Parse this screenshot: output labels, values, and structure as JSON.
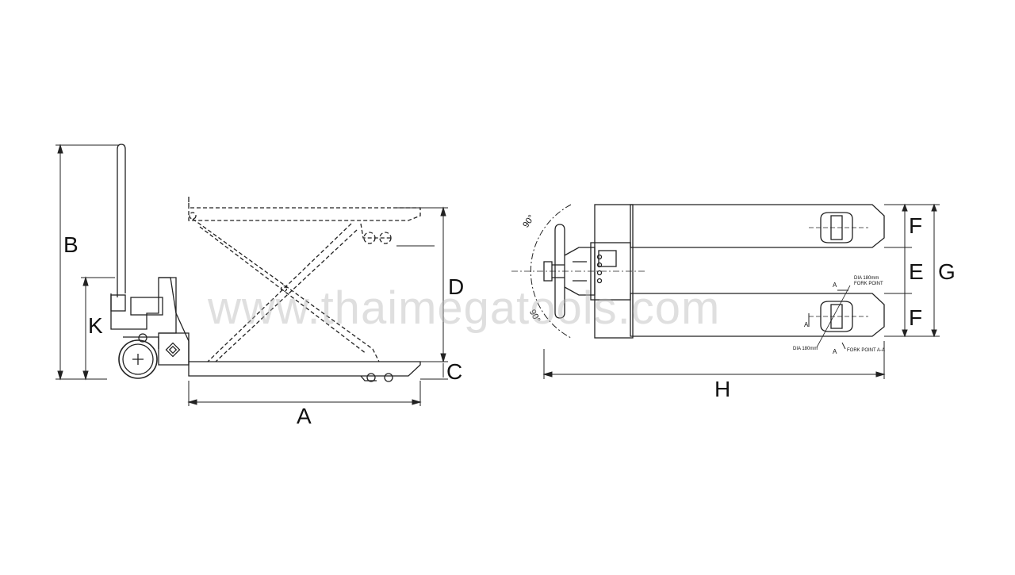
{
  "watermark": {
    "text": "www.thaimegatools.com"
  },
  "side_view": {
    "labels": {
      "A": "A",
      "B": "B",
      "C": "C",
      "D": "D",
      "K": "K"
    }
  },
  "top_view": {
    "labels": {
      "E": "E",
      "F_top": "F",
      "F_bottom": "F",
      "G": "G",
      "H": "H"
    },
    "angle_top": "90°",
    "angle_bottom": "90°",
    "section_a_top": "A",
    "section_a_bottom": "A",
    "section_a_side": "A",
    "dia_note_upper": "DIA 180mm",
    "fork_point_upper": "FORK POINT",
    "dia_note_lower": "DIA 180mm",
    "fork_point_lower": "FORK POINT A-A"
  },
  "colors": {
    "line": "#222222",
    "watermark": "#b9b9b9"
  }
}
